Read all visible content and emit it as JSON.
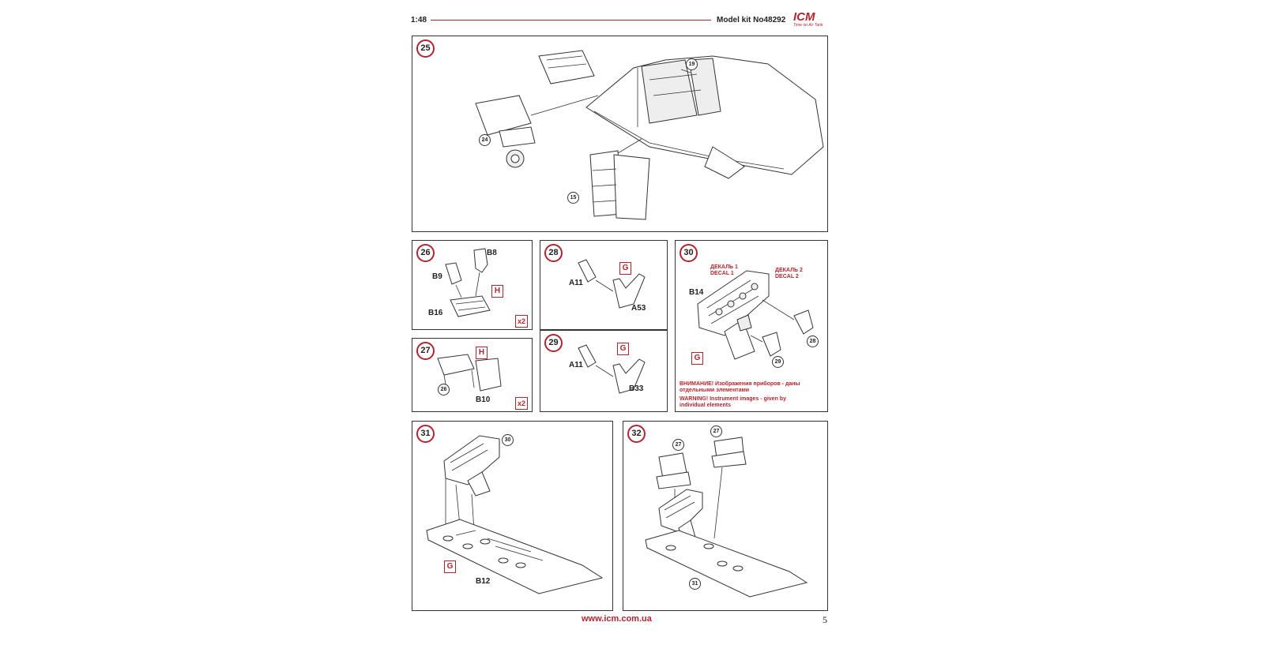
{
  "header": {
    "scale": "1:48",
    "model_kit": "Model kit No48292",
    "logo_text": "ICM",
    "logo_tagline": "Time on Air Tank"
  },
  "footer": {
    "url": "www.icm.com.ua",
    "page_number": "5"
  },
  "colors": {
    "accent_red": "#b1262e",
    "line": "#333333"
  },
  "steps": {
    "s25": {
      "number": "25",
      "parts": [
        "19",
        "24",
        "15"
      ]
    },
    "s26": {
      "number": "26",
      "labels": [
        "B8",
        "B9",
        "B16"
      ],
      "paint": "H",
      "multiplier": "x2"
    },
    "s27": {
      "number": "27",
      "labels": [
        "B10"
      ],
      "parts": [
        "26"
      ],
      "paint": "H",
      "multiplier": "x2"
    },
    "s28": {
      "number": "28",
      "labels": [
        "A11",
        "A53"
      ],
      "paint": "G"
    },
    "s29": {
      "number": "29",
      "labels": [
        "A11",
        "B33"
      ],
      "paint": "G"
    },
    "s30": {
      "number": "30",
      "labels": [
        "B14"
      ],
      "parts": [
        "28",
        "29"
      ],
      "paint": "G",
      "decal1_ru": "ДЕКАЛЬ 1",
      "decal1_en": "DECAL 1",
      "decal2_ru": "ДЕКАЛЬ 2",
      "decal2_en": "DECAL 2",
      "warning_ru_1": "ВНИМАНИЕ! Изображения приборов - даны",
      "warning_ru_2": "отдельными элементами",
      "warning_en_1": "WARNING! Instrument images - given by",
      "warning_en_2": "individual elements"
    },
    "s31": {
      "number": "31",
      "labels": [
        "B12"
      ],
      "parts": [
        "30"
      ],
      "paint": "G"
    },
    "s32": {
      "number": "32",
      "parts": [
        "27",
        "27",
        "31"
      ]
    }
  }
}
